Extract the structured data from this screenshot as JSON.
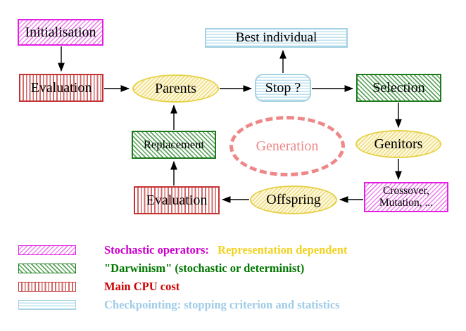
{
  "nodes": {
    "initialisation": {
      "label": "Initialisation"
    },
    "evaluation_top": {
      "label": "Evaluation"
    },
    "parents": {
      "label": "Parents"
    },
    "best_individual": {
      "label": "Best individual"
    },
    "stop": {
      "label": "Stop ?"
    },
    "selection": {
      "label": "Selection"
    },
    "genitors": {
      "label": "Genitors"
    },
    "crossover": {
      "line1": "Crossover,",
      "line2": "Mutation, ..."
    },
    "offspring": {
      "label": "Offspring"
    },
    "evaluation_bottom": {
      "label": "Evaluation"
    },
    "replacement": {
      "label": "Replacement"
    },
    "generation": {
      "label": "Generation"
    }
  },
  "legend": {
    "items": [
      {
        "swatch": "magenta-diagonal-hatch",
        "label": "Stochastic operators:",
        "label2": "Representation dependent",
        "label_color": "#cc00cc",
        "label2_color": "#f2d21f"
      },
      {
        "swatch": "green-diagonal-hatch",
        "label": "\"Darwinism\" (stochastic or determinist)",
        "label_color": "#007700"
      },
      {
        "swatch": "red-vertical-stripes",
        "label": "Main CPU cost",
        "label_color": "#cc0000"
      },
      {
        "swatch": "cyan-horizontal-stripes",
        "label": "Checkpointing: stopping criterion and statistics",
        "label_color": "#9fcce8"
      }
    ]
  },
  "colors": {
    "magenta_border": "#e320e3",
    "magenta_hatch": "#ec86ec",
    "green_border": "#1d7a1d",
    "green_hatch": "#5aa35a",
    "red_border": "#c43333",
    "red_stripe": "#d26a6a",
    "cyan_border": "#a5d2e2",
    "cyan_stripe": "#bfe1ef",
    "yellow_border": "#e7d24a",
    "yellow_hatch": "#f0dc82",
    "generation_coral": "#ee8888",
    "arrow_black": "#000000"
  }
}
